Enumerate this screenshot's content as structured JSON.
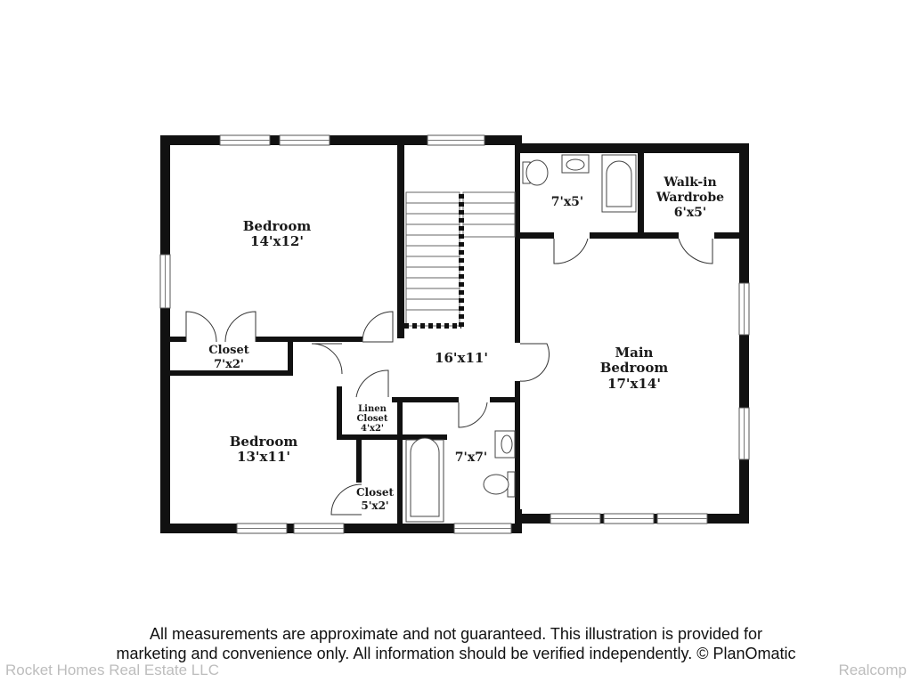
{
  "rooms": {
    "bedroom_top": {
      "name": "Bedroom",
      "size": "14'x12'"
    },
    "closet_top": {
      "name": "Closet",
      "size": "7'x2'"
    },
    "hall": {
      "size": "16'x11'"
    },
    "linen_closet": {
      "name1": "Linen",
      "name2": "Closet",
      "size": "4'x2'"
    },
    "bedroom_bottom": {
      "name": "Bedroom",
      "size": "13'x11'"
    },
    "closet_bottom": {
      "name": "Closet",
      "size": "5'x2'"
    },
    "bath_hall": {
      "size": "7'x7'"
    },
    "bath_main": {
      "size": "7'x5'"
    },
    "walkin": {
      "name1": "Walk-in",
      "name2": "Wardrobe",
      "size": "6'x5'"
    },
    "main_bedroom": {
      "name1": "Main",
      "name2": "Bedroom",
      "size": "17'x14'"
    }
  },
  "disclaimer": {
    "line1": "All measurements are approximate and not guaranteed. This illustration is provided for",
    "line2": "marketing and convenience only. All information should be verified independently. © PlanOmatic"
  },
  "watermarks": {
    "left": "Rocket Homes Real Estate LLC",
    "right": "Realcomp"
  }
}
